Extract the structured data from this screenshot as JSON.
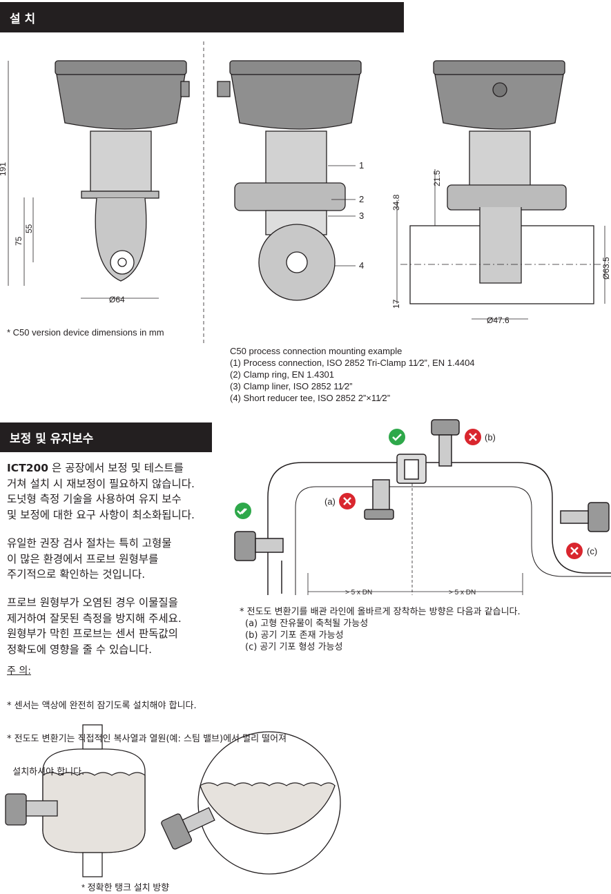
{
  "section1": {
    "title": "설 치",
    "dims_left": {
      "h_total": "191",
      "h_75": "75",
      "h_55": "55",
      "diameter": "Ø64"
    },
    "callouts": [
      "1",
      "2",
      "3",
      "4"
    ],
    "dims_right": {
      "d1": "21.5",
      "d2": "34.8",
      "d3": "17",
      "pipe_d": "Ø63.5",
      "inner_d": "Ø47.6"
    },
    "note": "* C50 version device dimensions in mm",
    "mounting": [
      "C50 process connection mounting example",
      "(1) Process connection, ISO 2852 Tri-Clamp 11⁄2”, EN 1.4404",
      "(2) Clamp ring, EN 1.4301",
      "(3) Clamp liner, ISO 2852 11⁄2”",
      "(4) Short reducer tee, ISO 2852 2”×11⁄2”"
    ]
  },
  "section2": {
    "title": "보정 및 유지보수",
    "para1_bold": "ICT200",
    "para1": [
      "은 공장에서 보정 및 테스트를",
      "거쳐 설치 시 재보정이 필요하지 않습니다.",
      "도넛형 측정 기술을 사용하여 유지 보수",
      "및 보정에 대한 요구 사항이 최소화됩니다."
    ],
    "para2": [
      "유일한 권장 검사 절차는 특히 고형물",
      "이 많은 환경에서 프로브 원형부를",
      "주기적으로 확인하는 것입니다."
    ],
    "para3": [
      "프로브 원형부가 오염된 경우 이물질을",
      "제거하여 잘못된 측정을 방지해 주세요.",
      "원형부가 막힌 프로브는 센서 판독값의",
      "정확도에 영향을 줄 수 있습니다."
    ],
    "diagram": {
      "label_a": "(a)",
      "label_b": "(b)",
      "label_c": "(c)",
      "dist1": "> 5 x DN",
      "dist2": "> 5 x DN"
    },
    "diagram_notes": [
      "* 전도도 변환기를 배관 라인에 올바르게 장착하는 방향은 다음과 같습니다.",
      "(a) 고형 잔유물이 축척될 가능성",
      "(b) 공기 기포 존재 가능성",
      "(c) 공기 기포 형성 가능성"
    ],
    "caution_title": "주 의:",
    "caution": [
      "* 센서는 액상에 완전히 잠기도록 설치해야 합니다.",
      "* 전도도 변환기는 직접적인 복사열과 열원(예: 스팀 밸브)에서 멀리 떨어져",
      "  설치하셔야 합니다."
    ],
    "tank_caption": "* 정확한 탱크 설치 방향"
  },
  "colors": {
    "header_bg": "#231f20",
    "ok": "#2ea84a",
    "bad": "#d9262e",
    "liquid": "#e6e2dd"
  }
}
